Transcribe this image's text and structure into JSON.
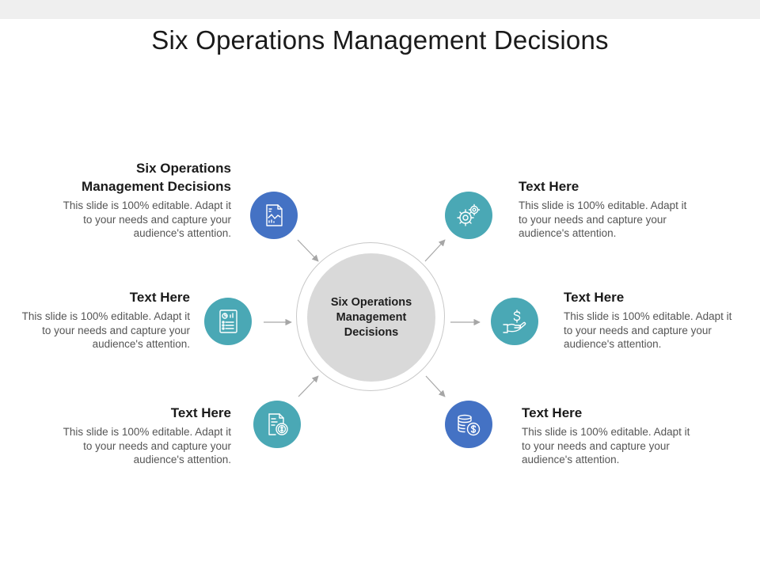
{
  "title": "Six Operations Management Decisions",
  "hub": {
    "label": "Six Operations Management Decisions"
  },
  "colors": {
    "blue": "#4472c4",
    "teal": "#4aa8b5",
    "hub_fill": "#d9d9d9",
    "ring": "#c8c8c8",
    "arrow": "#a6a6a6"
  },
  "items": [
    {
      "heading": "Six Operations Management Decisions",
      "body": "This slide is 100% editable. Adapt it to your needs and capture your audience's attention.",
      "icon": "document-chart-icon",
      "color": "blue"
    },
    {
      "heading": "Text Here",
      "body": "This slide is 100% editable. Adapt it to your needs and capture your audience's attention.",
      "icon": "report-list-icon",
      "color": "teal"
    },
    {
      "heading": "Text Here",
      "body": "This slide is 100% editable. Adapt it to your needs and capture your audience's attention.",
      "icon": "document-dollar-icon",
      "color": "teal"
    },
    {
      "heading": "Text Here",
      "body": "This slide is 100% editable. Adapt it to your needs and capture your audience's attention.",
      "icon": "gears-icon",
      "color": "teal"
    },
    {
      "heading": "Text Here",
      "body": "This slide is 100% editable. Adapt it to your needs and capture your audience's attention.",
      "icon": "hand-dollar-icon",
      "color": "teal"
    },
    {
      "heading": "Text Here",
      "body": "This slide is 100% editable. Adapt it to your needs and capture your audience's attention.",
      "icon": "coins-dollar-icon",
      "color": "blue"
    }
  ]
}
